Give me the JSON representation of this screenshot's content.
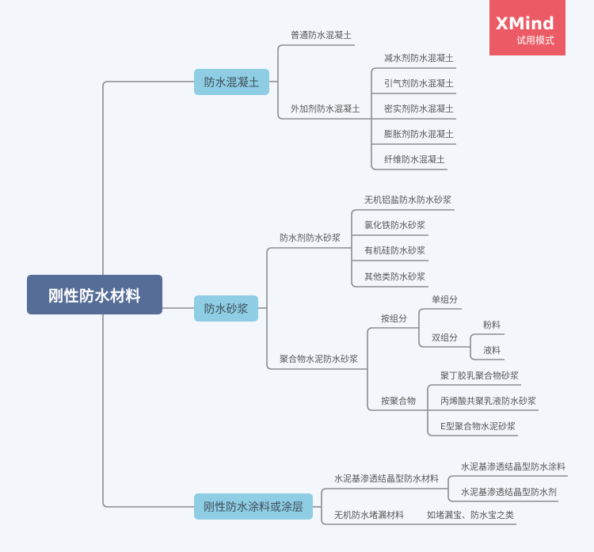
{
  "watermark": {
    "brand": "XMind",
    "mode": "试用模式",
    "color": "#ec5b65"
  },
  "colors": {
    "background": "#f3f7fc",
    "root": "#566d98",
    "level1": "#8ecde3",
    "line": "#8a8d92"
  },
  "root": {
    "label": "刚性防水材料"
  },
  "branches": [
    {
      "label": "防水混凝土",
      "children": [
        {
          "label": "普通防水混凝土"
        },
        {
          "label": "外加剂防水混凝土",
          "children": [
            {
              "label": "减水剂防水混凝土"
            },
            {
              "label": "引气剂防水混凝土"
            },
            {
              "label": "密实剂防水混凝土"
            },
            {
              "label": "膨胀剂防水混凝土"
            },
            {
              "label": "纤维防水混凝土"
            }
          ]
        }
      ]
    },
    {
      "label": "防水砂浆",
      "children": [
        {
          "label": "防水剂防水砂浆",
          "children": [
            {
              "label": "无机铝盐防水防水砂浆"
            },
            {
              "label": "氯化铁防水砂浆"
            },
            {
              "label": "有机硅防水砂浆"
            },
            {
              "label": "其他类防水砂浆"
            }
          ]
        },
        {
          "label": "聚合物水泥防水砂浆",
          "children": [
            {
              "label": "按组分",
              "children": [
                {
                  "label": "单组分"
                },
                {
                  "label": "双组分",
                  "children": [
                    {
                      "label": "粉料"
                    },
                    {
                      "label": "液料"
                    }
                  ]
                }
              ]
            },
            {
              "label": "按聚合物",
              "children": [
                {
                  "label": "聚丁胶乳聚合物砂浆"
                },
                {
                  "label": "丙烯酸共聚乳液防水砂浆"
                },
                {
                  "label": "E型聚合物水泥砂浆"
                }
              ]
            }
          ]
        }
      ]
    },
    {
      "label": "刚性防水涂料或涂层",
      "children": [
        {
          "label": "水泥基渗透结晶型防水材料",
          "children": [
            {
              "label": "水泥基渗透结晶型防水涂料"
            },
            {
              "label": "水泥基渗透结晶型防水剂"
            }
          ]
        },
        {
          "label": "无机防水堵漏材料",
          "children": [
            {
              "label": "如堵漏宝、防水宝之类"
            }
          ]
        }
      ]
    }
  ]
}
